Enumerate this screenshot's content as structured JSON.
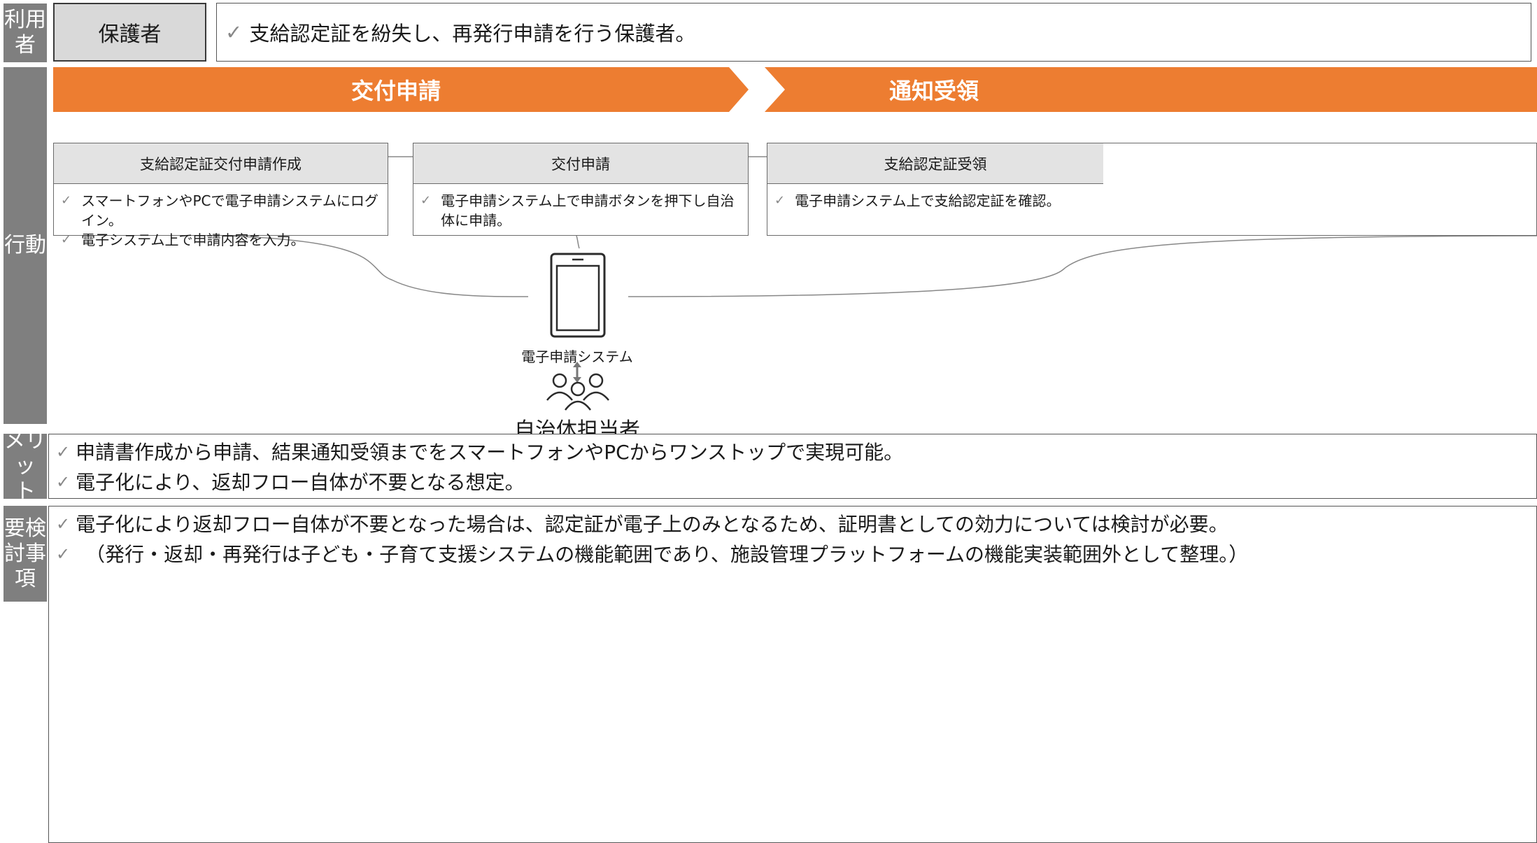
{
  "rows": {
    "user": [
      "利用",
      "者"
    ],
    "action": [
      "行動"
    ],
    "merit": [
      "メリッ",
      "ト"
    ],
    "issues": [
      "要検",
      "討事",
      "項"
    ]
  },
  "user": {
    "role": "保護者",
    "description": "支給認定証を紛失し、再発行申請を行う保護者。"
  },
  "stages": [
    {
      "label": "交付申請"
    },
    {
      "label": "通知受領"
    }
  ],
  "steps": [
    {
      "title": "支給認定証交付申請作成",
      "items": [
        "スマートフォンやPCで電子申請システムにログイン。",
        "電子システム上で申請内容を入力。"
      ]
    },
    {
      "title": "交付申請",
      "items": [
        "電子申請システム上で申請ボタンを押下し自治体に申請。"
      ]
    },
    {
      "title": "支給認定証受領",
      "items": [
        "電子申請システム上で支給認定証を確認。"
      ]
    }
  ],
  "system_label": "電子申請システム",
  "staff_label": "自治体担当者",
  "merits": [
    "申請書作成から申請、結果通知受領までをスマートフォンやPCからワンストップで実現可能。",
    "電子化により、返却フロー自体が不要となる想定。"
  ],
  "issues": [
    "電子化により返却フロー自体が不要となった場合は、認定証が電子上のみとなるため、証明書としての効力については検討が必要。",
    "（発行・返却・再発行は子ども・子育て支援システムの機能範囲であり、施設管理プラットフォームの機能実装範囲外として整理。）"
  ],
  "check_glyph": "✓",
  "colors": {
    "stage": "#ed7d31",
    "row_header": "#7f7f7f",
    "cell_gray": "#d9d9d9"
  },
  "icons": [
    "smartphone-icon",
    "bidirectional-arrow-icon",
    "people-group-icon"
  ]
}
